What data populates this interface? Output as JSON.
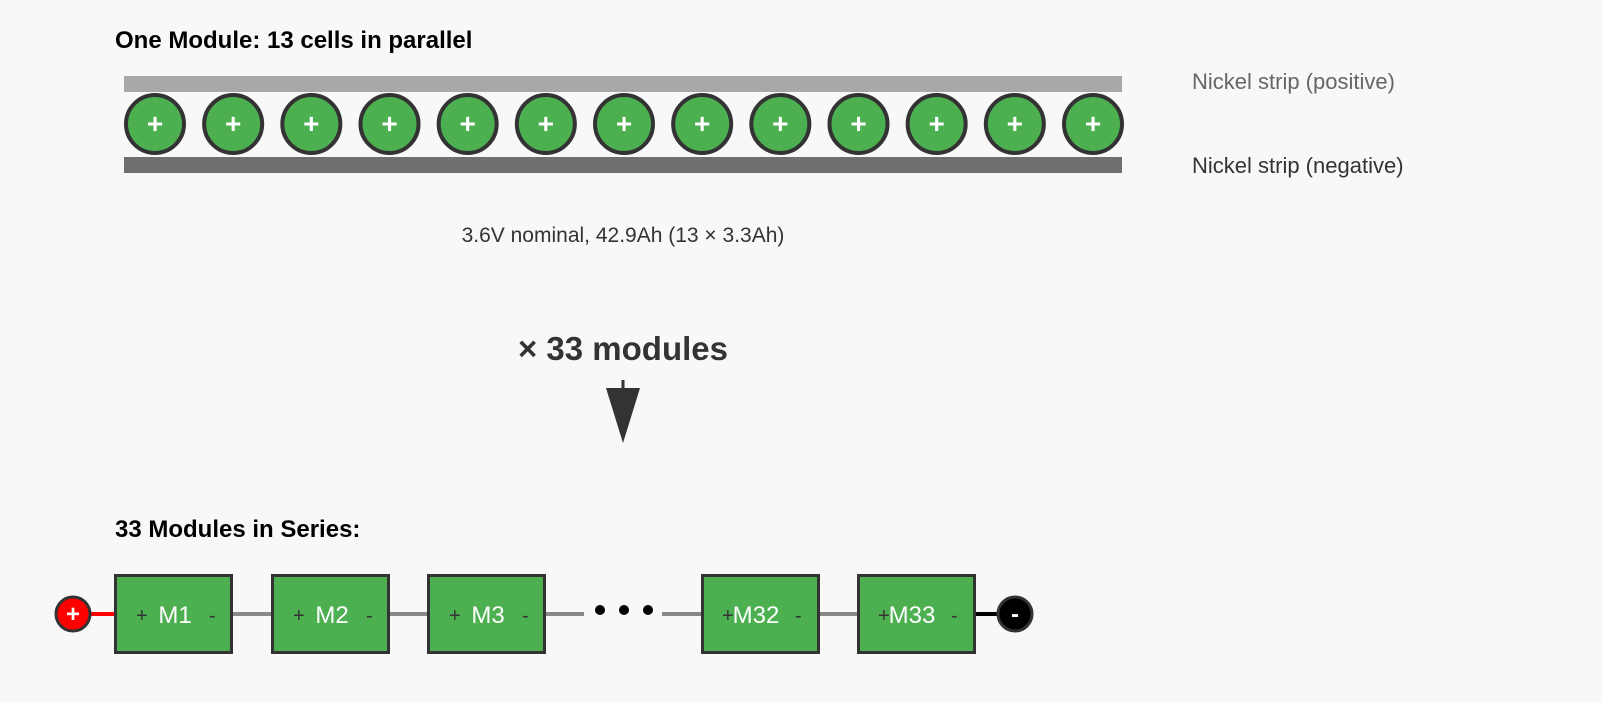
{
  "module": {
    "title": "One Module: 13 cells in parallel",
    "cell_count": 13,
    "cell_symbol": "+",
    "positive_strip_label": "Nickel strip (positive)",
    "negative_strip_label": "Nickel strip (negative)",
    "spec": "3.6V nominal, 42.9Ah (13 × 3.3Ah)"
  },
  "multiplier": "× 33 modules",
  "series": {
    "title": "33 Modules in Series:",
    "modules": [
      {
        "name": "M1",
        "plus": "+",
        "minus": "-"
      },
      {
        "name": "M2",
        "plus": "+",
        "minus": "-"
      },
      {
        "name": "M3",
        "plus": "+",
        "minus": "-"
      },
      {
        "name": "M32",
        "plus": "+",
        "minus": "-"
      },
      {
        "name": "M33",
        "plus": "+",
        "minus": "-"
      }
    ],
    "ellipsis": "• • •",
    "positive_terminal": "+",
    "negative_terminal": "-"
  },
  "colors": {
    "cell": "#4caf50",
    "positive_strip": "#a8a8a8",
    "negative_strip": "#707070",
    "positive_terminal": "#ff0000",
    "negative_terminal": "#000000",
    "connector": "#888888"
  }
}
